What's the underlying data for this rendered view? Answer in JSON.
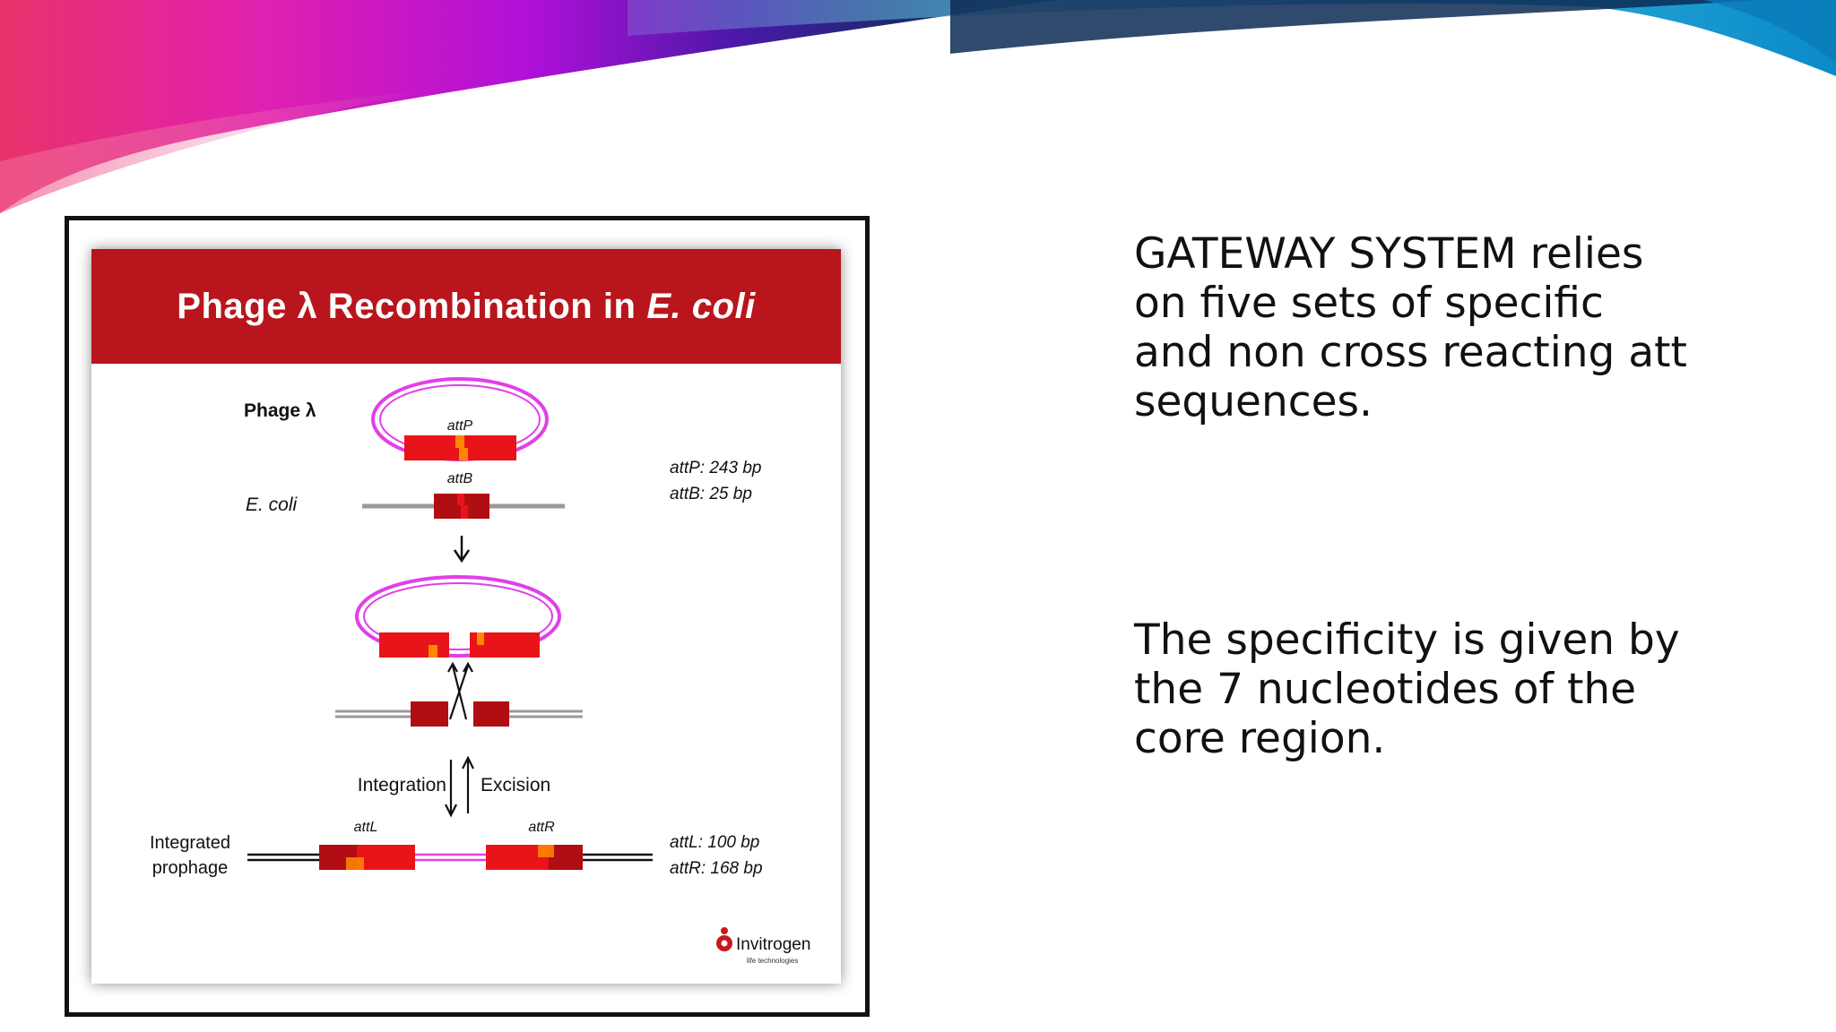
{
  "slide": {
    "paragraphs": [
      "GATEWAY SYSTEM relies on five sets of specific and non cross reacting att sequences.",
      "The specificity is given by the 7 nucleotides of the core region."
    ]
  },
  "figure": {
    "title_main": "Phage λ Recombination in",
    "title_italic": "E. coli",
    "labels": {
      "phage": "Phage λ",
      "ecoli": "E. coli",
      "attP": "attP",
      "attB": "attB",
      "attL": "attL",
      "attR": "attR",
      "integration": "Integration",
      "excision": "Excision",
      "integrated_line1": "Integrated",
      "integrated_line2": "prophage"
    },
    "sizes": {
      "top_line1": "attP:  243 bp",
      "top_line2": "attB:  25 bp",
      "bottom_line1": "attL:  100 bp",
      "bottom_line2": "attR:  168 bp"
    },
    "logo_text": "Invitrogen",
    "logo_sub": "life technologies"
  },
  "colors": {
    "title_red": "#b8161c",
    "dna_red": "#e8141a",
    "dark_red": "#b00e12",
    "phage_pink": "#e040e8",
    "orange": "#ff8800",
    "grey_line": "#9a9a9a"
  }
}
